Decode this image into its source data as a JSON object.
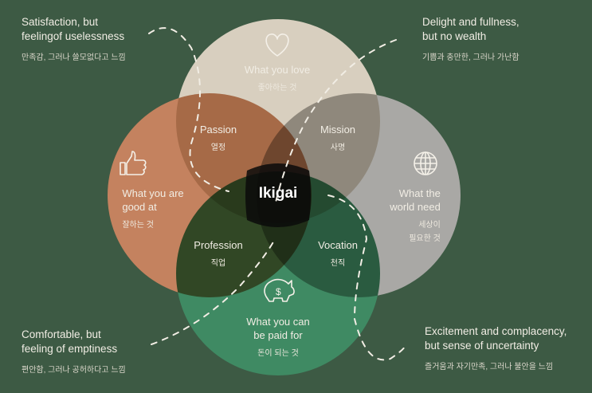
{
  "colors": {
    "background": "#3d5a44",
    "love": "#d8cfbf",
    "good_at": "#c4825f",
    "world_needs": "#a9a8a5",
    "paid_for": "#3f8a63",
    "center": "#0b0b0b"
  },
  "circles": {
    "love": {
      "icon": "heart-icon",
      "en": "What you love",
      "ko": "좋아하는 것"
    },
    "good_at": {
      "icon": "thumbs-up-icon",
      "en1": "What you are",
      "en2": "good at",
      "ko": "잘하는 것"
    },
    "world_needs": {
      "icon": "globe-icon",
      "en1": "What the",
      "en2": "world need",
      "ko1": "세상이",
      "ko2": "필요한 것"
    },
    "paid_for": {
      "icon": "piggy-bank-icon",
      "en1": "What you can",
      "en2": "be paid for",
      "ko": "돈이 되는 것"
    }
  },
  "overlaps": {
    "passion": {
      "en": "Passion",
      "ko": "열정"
    },
    "mission": {
      "en": "Mission",
      "ko": "사명"
    },
    "profession": {
      "en": "Profession",
      "ko": "직업"
    },
    "vocation": {
      "en": "Vocation",
      "ko": "천직"
    },
    "center": "Ikigai"
  },
  "corners": {
    "top_left": {
      "en1": "Satisfaction, but",
      "en2": "feelingof uselessness",
      "ko": "만족감, 그러나 쓸모없다고 느낌"
    },
    "top_right": {
      "en1": "Delight and fullness,",
      "en2": "but no wealth",
      "ko": "기쁨과 충만한, 그러나 가난함"
    },
    "bottom_left": {
      "en1": "Comfortable, but",
      "en2": "feeling of emptiness",
      "ko": "편안함, 그러나 공허하다고 느낌"
    },
    "bottom_right": {
      "en1": "Excitement and complacency,",
      "en2": "but sense of uncertainty",
      "ko": "즐거움과 자기만족, 그러나 불안을 느낌"
    }
  }
}
